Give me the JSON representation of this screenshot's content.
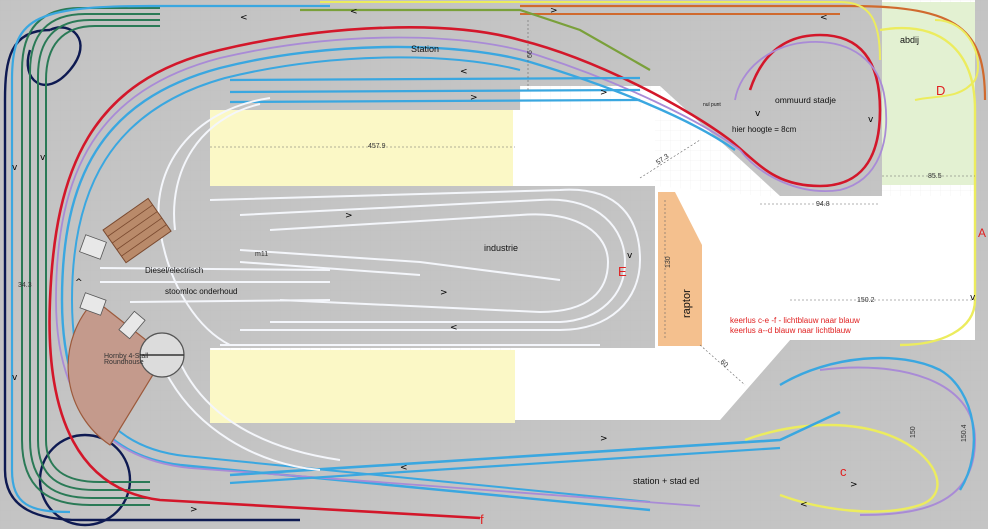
{
  "colors": {
    "board": "#c4c4c4",
    "yellow_zone": "#fbf8c6",
    "green_zone": "#e3f1d2",
    "orange_zone": "#f4c08e",
    "track_red": "#d3172a",
    "track_blue": "#3aa7e0",
    "track_navy": "#0e1a52",
    "track_green": "#2a7a56",
    "track_purple": "#a98bd6",
    "track_yellow": "#ecec5e",
    "track_orange": "#d06a2e",
    "track_white": "#f4f6fb",
    "track_olive": "#7aa03a",
    "shed_brown": "#9c5a3c"
  },
  "labels": {
    "station": "Station",
    "ommuurd": "ommuurd stadje",
    "abdij": "abdij",
    "hier_hoogte": "hier hoogte = 8cm",
    "nul_punt": "nul punt",
    "industrie": "industrie",
    "diesel": "Diesel/electrisch",
    "stoomloc": "stoomloc onderhoud",
    "raptor": "raptor",
    "station_stad": "station + stad ed",
    "keerlus_1": "keerlus c-e -f  - lichtblauw naar blauw",
    "keerlus_2": "keerlus a--d blauw naar lichtblauw",
    "marker_a": "A",
    "marker_c": "c",
    "marker_d": "D",
    "marker_e": "E",
    "marker_f": "f",
    "shed_note_1": "Hornby 4-Stall",
    "shed_note_2": "Roundhouse"
  },
  "dimensions": {
    "d_457": "457.9",
    "d_57": "57.3",
    "d_150_2": "150.2",
    "d_94": "94.8",
    "d_85": "85.5",
    "d_130": "130",
    "d_66": "66",
    "d_60": "60",
    "d_150": "150",
    "d_150_4": "150.4",
    "d_34": "34.3",
    "d_m": "m11"
  }
}
